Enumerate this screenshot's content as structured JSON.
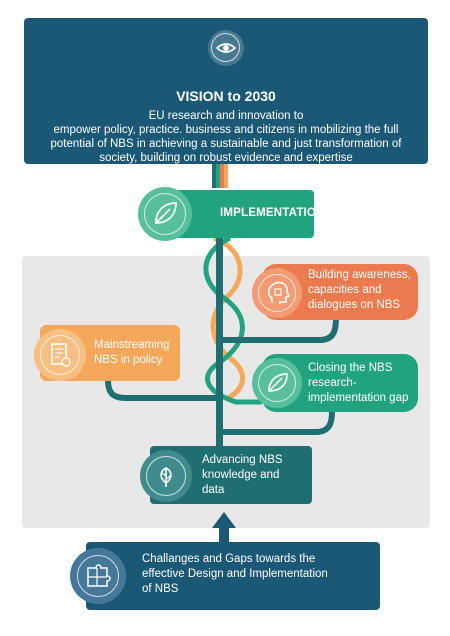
{
  "vision": {
    "icon": "eye-icon",
    "title": "VISION to 2030",
    "lines": [
      "EU research and innovation to",
      "empower policy, practice. business and citizens in mobilizing the full",
      "potential of NBS in achieving a sustainable and just transformation of",
      "society, building on robust evidence and expertise"
    ]
  },
  "implementation": {
    "icon": "leaf-icon",
    "label": "IMPLEMENTATION"
  },
  "boxes": {
    "awareness": {
      "icon": "head-puzzle-icon",
      "lines": [
        "Building awareness,",
        "capacities and",
        "dialogues on NBS"
      ]
    },
    "mainstreaming": {
      "icon": "document-gear-icon",
      "lines": [
        "Mainstreaming",
        "NBS in policy"
      ]
    },
    "closing": {
      "icon": "leaf-icon",
      "lines": [
        "Closing the NBS",
        "research-",
        "implementation gap"
      ]
    },
    "advancing": {
      "icon": "plant-icon",
      "lines": [
        "Advancing NBS",
        "knowledge and",
        "data"
      ]
    },
    "challenges": {
      "icon": "puzzle-icon",
      "lines": [
        "Challanges and Gaps towards the",
        "effective Design and Implementation",
        "of NBS"
      ]
    }
  },
  "colors": {
    "navy": "#1a5876",
    "teal": "#22a37f",
    "orange": "#ec7a4f",
    "light_orange": "#f5a85a",
    "dark_teal": "#1f6f72",
    "panel": "#e8e8e8"
  }
}
